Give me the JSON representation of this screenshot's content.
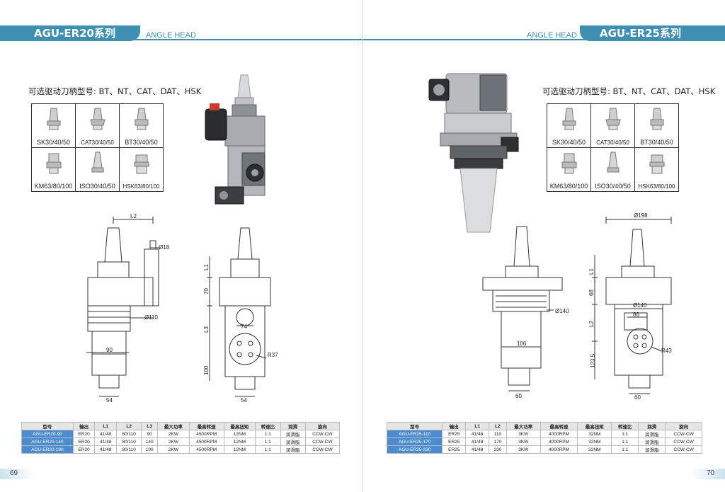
{
  "left_page": {
    "title": "AGU-ER20系列",
    "subtitle": "ANGLE HEAD",
    "intro": "可选驱动刀柄型号: BT、NT、CAT、DAT、HSK",
    "holders": [
      {
        "label": "SK30/40/50",
        "icon": "sk-taper-icon"
      },
      {
        "label": "CAT30/40/50",
        "icon": "cat-taper-icon"
      },
      {
        "label": "BT30/40/50",
        "icon": "bt-taper-icon"
      },
      {
        "label": "KM63/80/100",
        "icon": "km-holder-icon"
      },
      {
        "label": "ISO30/40/50",
        "icon": "iso-taper-icon"
      },
      {
        "label": "HSK63/80/100",
        "icon": "hsk-holder-icon"
      }
    ],
    "dims": {
      "l2": "L2",
      "d18": "Ø18",
      "d110": "Ø110",
      "w90": "90",
      "w54": "54",
      "l1": "L1",
      "h70": "70",
      "l3": "L3",
      "h100": "100",
      "w74": "74",
      "r37": "R37",
      "w54b": "54"
    },
    "table": {
      "headers": [
        "型号",
        "输出",
        "L1",
        "L2",
        "L3",
        "最大功率",
        "最高转速",
        "最高扭矩",
        "转速比",
        "润滑",
        "旋向"
      ],
      "rows": [
        [
          "AGU-ER20-90",
          "ER20",
          "41/48",
          "80/110",
          "90",
          "2KW",
          "4500RPM",
          "12NM",
          "1:1",
          "润滑脂",
          "CCW-CW"
        ],
        [
          "AGU-ER20-140",
          "ER20",
          "41/48",
          "80/110",
          "140",
          "2KW",
          "4500RPM",
          "12NM",
          "1:1",
          "润滑脂",
          "CCW-CW"
        ],
        [
          "AGU-ER20-190",
          "ER20",
          "41/48",
          "80/110",
          "190",
          "2KW",
          "4500RPM",
          "12NM",
          "1:1",
          "润滑脂",
          "CCW-CW"
        ]
      ]
    },
    "page_number": "69"
  },
  "right_page": {
    "title": "AGU-ER25系列",
    "subtitle": "ANGLE HEAD",
    "intro": "可选驱动刀柄型号: BT、NT、CAT、DAT、HSK",
    "holders": [
      {
        "label": "SK30/40/50",
        "icon": "sk-taper-icon"
      },
      {
        "label": "CAT30/40/50",
        "icon": "cat-taper-icon"
      },
      {
        "label": "BT30/40/50",
        "icon": "bt-taper-icon"
      },
      {
        "label": "KM63/80/100",
        "icon": "km-holder-icon"
      },
      {
        "label": "ISO30/40/50",
        "icon": "iso-taper-icon"
      },
      {
        "label": "HSK63/80/100",
        "icon": "hsk-holder-icon"
      }
    ],
    "dims": {
      "d198": "Ø198",
      "d140": "Ø140",
      "w106": "106",
      "w60": "60",
      "l1": "L1",
      "h68": "68",
      "l2": "L2",
      "h1235": "123.5",
      "d140b": "Ø140",
      "w86": "86",
      "r43": "R43",
      "w60b": "60"
    },
    "table": {
      "headers": [
        "型号",
        "输出",
        "L1",
        "L2",
        "最大功率",
        "最高转速",
        "最高扭矩",
        "转速比",
        "润滑",
        "旋向"
      ],
      "rows": [
        [
          "AGU-ER25-110",
          "ER25",
          "41/48",
          "110",
          "3KW",
          "4000RPM",
          "32NM",
          "1:1",
          "润滑脂",
          "CCW-CW"
        ],
        [
          "AGU-ER25-170",
          "ER25",
          "41/48",
          "170",
          "3KW",
          "4000RPM",
          "32NM",
          "1:1",
          "润滑脂",
          "CCW-CW"
        ],
        [
          "AGU-ER25-230",
          "ER25",
          "41/48",
          "230",
          "3KW",
          "4000RPM",
          "32NM",
          "1:1",
          "润滑脂",
          "CCW-CW"
        ]
      ]
    },
    "page_number": "70"
  },
  "colors": {
    "accent": "#3f8fb3",
    "model_cell": "#4b8bd0",
    "header_cell": "#e6e6e6"
  }
}
